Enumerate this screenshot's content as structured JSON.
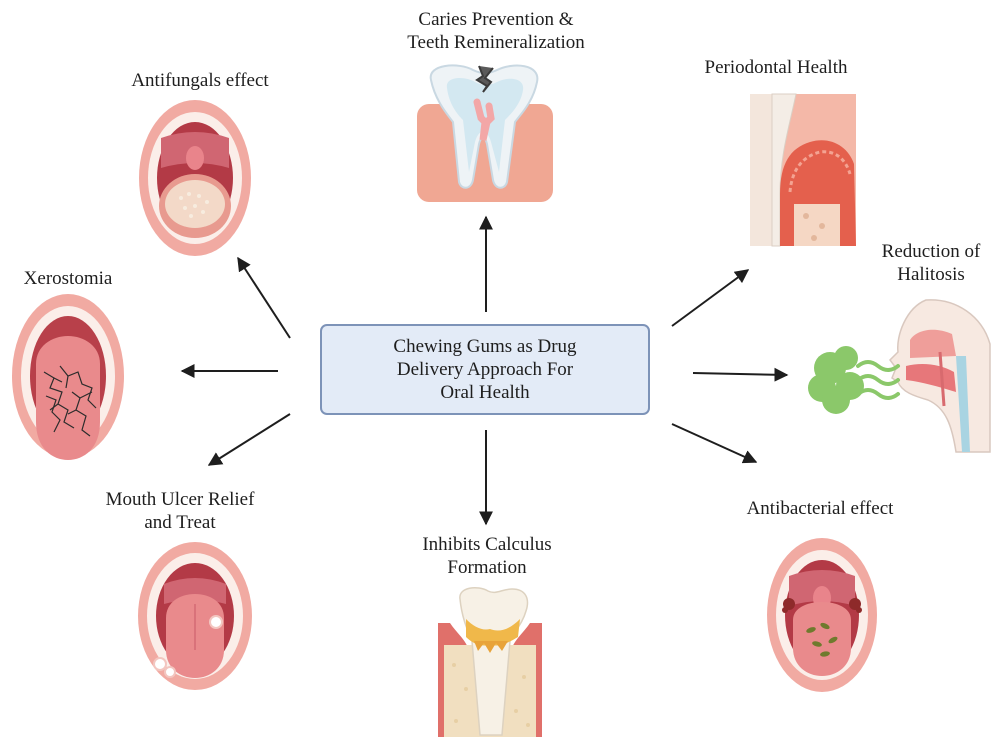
{
  "center": {
    "lines": [
      "Chewing Gums as Drug",
      "Delivery Approach For",
      "Oral Health"
    ]
  },
  "effects": {
    "caries": {
      "lines": [
        "Caries Prevention &",
        "Teeth Remineralization"
      ],
      "icon": "decayed-tooth-icon"
    },
    "antifungal": {
      "lines": [
        "Antifungals effect"
      ],
      "icon": "open-mouth-coated-tongue-icon"
    },
    "periodontal": {
      "lines": [
        "Periodontal Health"
      ],
      "icon": "gum-tissue-cross-section-icon"
    },
    "halitosis": {
      "lines": [
        "Reduction of",
        "Halitosis"
      ],
      "icon": "head-profile-bad-breath-icon"
    },
    "xerostomia": {
      "lines": [
        "Xerostomia"
      ],
      "icon": "open-mouth-cracked-tongue-icon"
    },
    "ulcer": {
      "lines": [
        "Mouth Ulcer Relief",
        "and Treat"
      ],
      "icon": "open-mouth-ulcers-icon"
    },
    "calculus": {
      "lines": [
        "Inhibits Calculus",
        "Formation"
      ],
      "icon": "tooth-with-calculus-icon"
    },
    "antibacterial": {
      "lines": [
        "Antibacterial effect"
      ],
      "icon": "open-mouth-bacteria-icon"
    }
  },
  "colors": {
    "box_fill": "#e3ebf7",
    "box_border": "#7d93b8",
    "arrow": "#1e1e1e",
    "lip": "#f0a8a0",
    "mouth_dark": "#b8404a",
    "tongue": "#e98a8c",
    "gum": "#f1b4a4",
    "tooth": "#f6f3ee"
  }
}
